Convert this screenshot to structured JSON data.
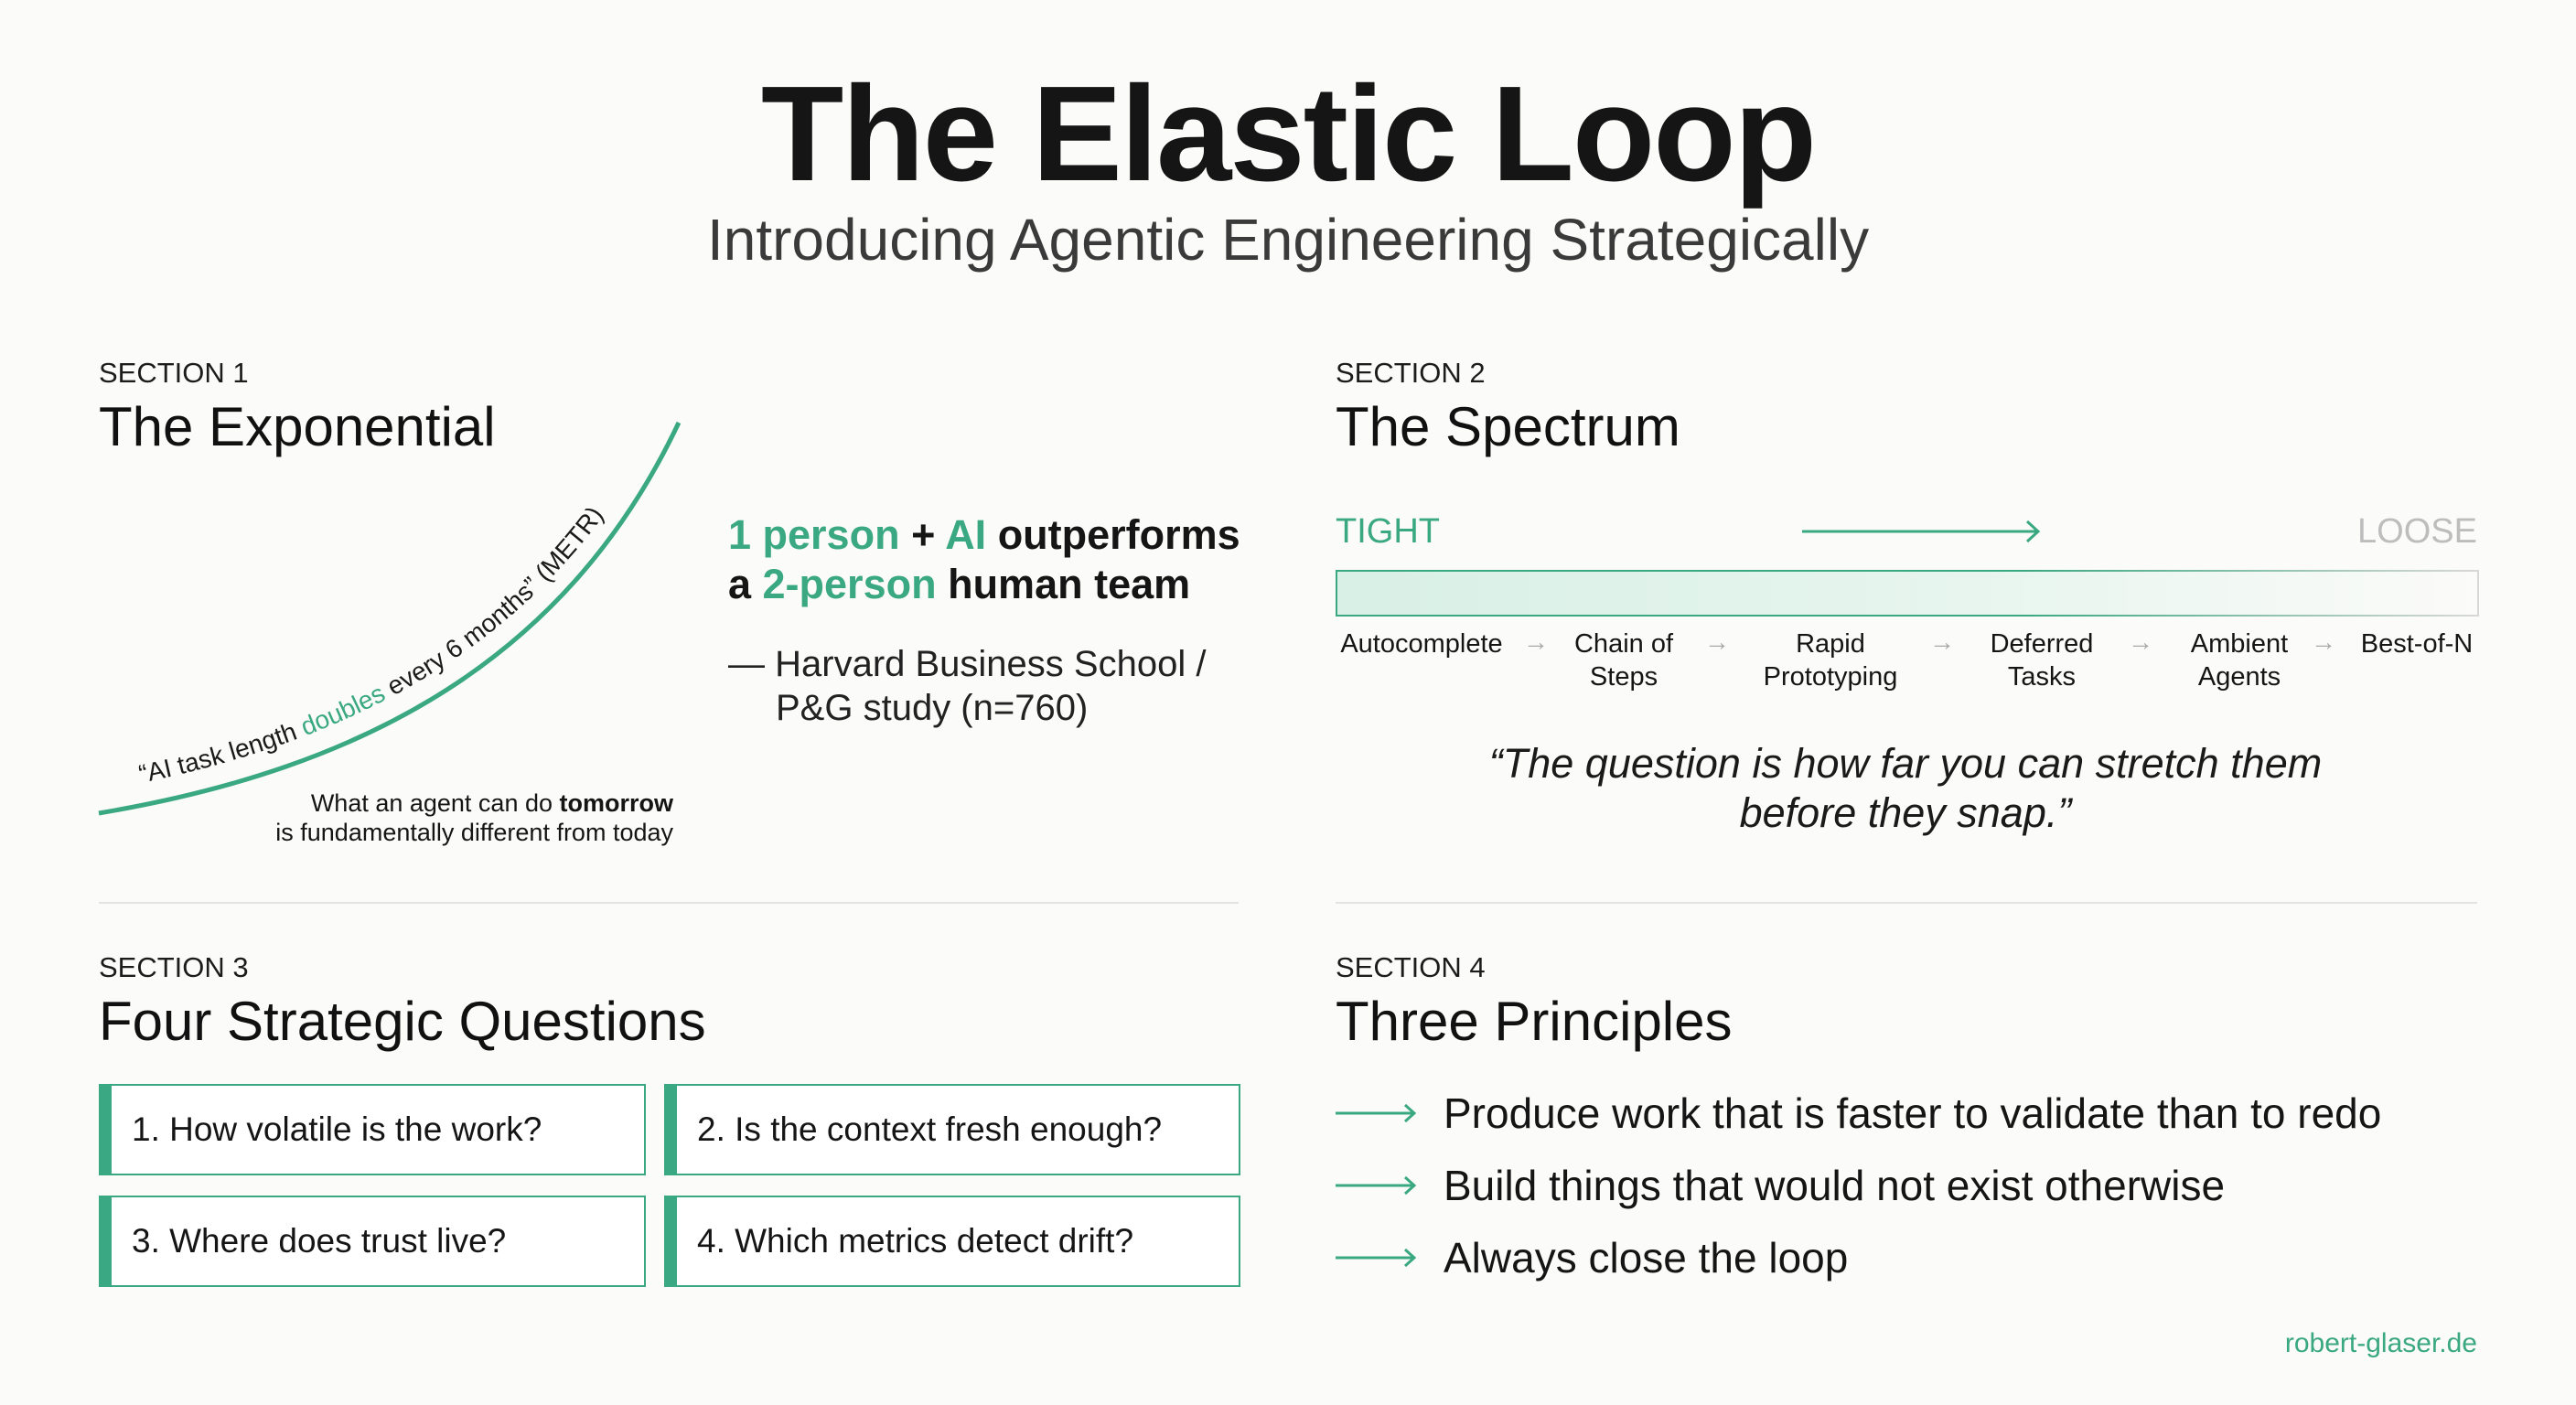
{
  "header": {
    "title": "The Elastic Loop",
    "subtitle": "Introducing Agentic Engineering Strategically"
  },
  "section1": {
    "label": "SECTION 1",
    "heading": "The Exponential",
    "curve_quote": {
      "before": "“AI task length ",
      "highlight": "doubles",
      "after": " every 6 months” (METR)"
    },
    "caption": {
      "line1_pre": "What an agent can do ",
      "line1_bold": "tomorrow",
      "line2": "is fundamentally different from today"
    },
    "claim": {
      "p1": "1 person",
      "p2": " + ",
      "p3": "AI",
      "p4": " outperforms",
      "p5": "a ",
      "p6": "2-person",
      "p7": " human team"
    },
    "citation": {
      "line1": "— Harvard Business School /",
      "line2": "P&G study (n=760)"
    }
  },
  "section2": {
    "label": "SECTION 2",
    "heading": "The Spectrum",
    "tight": "TIGHT",
    "loose": "LOOSE",
    "stages": [
      {
        "line1": "Autocomplete",
        "line2": ""
      },
      {
        "line1": "Chain of",
        "line2": "Steps"
      },
      {
        "line1": "Rapid",
        "line2": "Prototyping"
      },
      {
        "line1": "Deferred",
        "line2": "Tasks"
      },
      {
        "line1": "Ambient",
        "line2": "Agents"
      },
      {
        "line1": "Best-of-N",
        "line2": ""
      }
    ],
    "stage_arrow": "→",
    "quote_line1": "“The question is how far you can stretch them",
    "quote_line2": "before they snap.”"
  },
  "section3": {
    "label": "SECTION 3",
    "heading": "Four Strategic Questions",
    "questions": [
      "1. How volatile is the work?",
      "2. Is the context fresh enough?",
      "3. Where does trust live?",
      "4. Which metrics detect drift?"
    ]
  },
  "section4": {
    "label": "SECTION 4",
    "heading": "Three Principles",
    "principles": [
      "Produce work that is faster to validate than to redo",
      "Build things that would not exist otherwise",
      "Always close the loop"
    ]
  },
  "footer": {
    "site": "robert-glaser.de"
  },
  "colors": {
    "accent": "#3aa882",
    "background": "#fbfbf9",
    "muted": "#bdbdbd"
  }
}
